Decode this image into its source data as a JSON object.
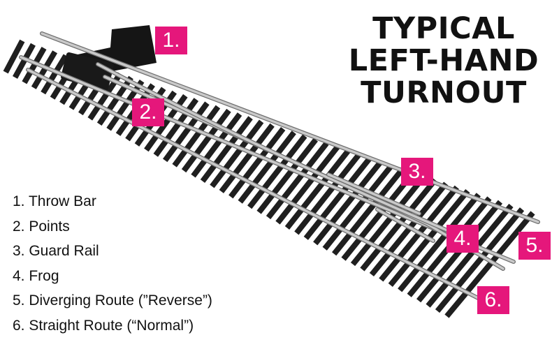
{
  "title": {
    "line1": "TYPICAL",
    "line2": "LEFT-HAND",
    "line3": "TURNOUT"
  },
  "callouts": [
    "1.",
    "2.",
    "3.",
    "4.",
    "5.",
    "6."
  ],
  "legend": [
    "1. Throw Bar",
    "2. Points",
    "3. Guard Rail",
    "4. Frog",
    "5. Diverging Route (”Reverse”)",
    "6. Straight Route (“Normal”)"
  ],
  "colors": {
    "badge": "#e5177b",
    "ties": "#1f1f1f",
    "rails": "#c9c9c9",
    "text": "#111111"
  }
}
